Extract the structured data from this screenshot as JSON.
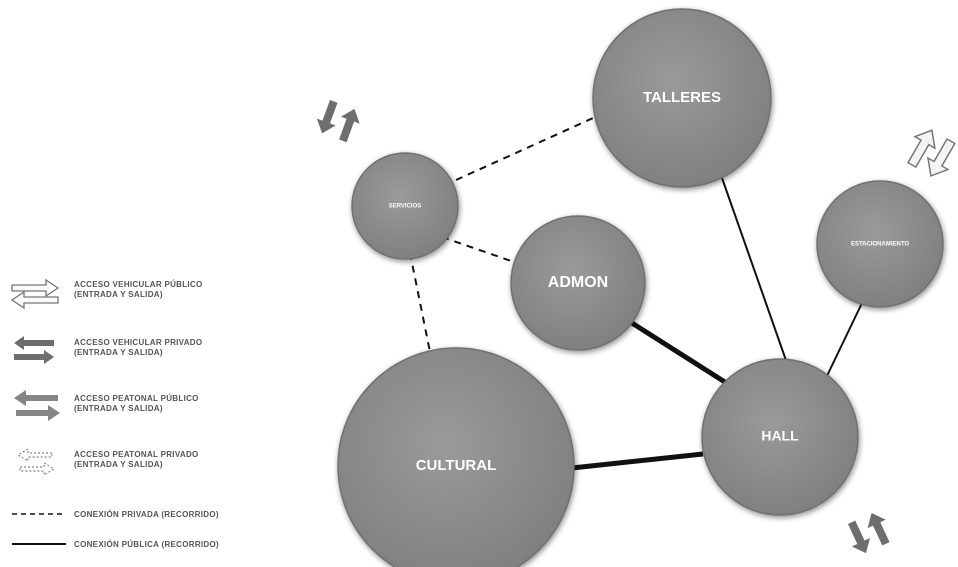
{
  "diagram": {
    "nodes": [
      {
        "id": "talleres",
        "label": "TALLERES"
      },
      {
        "id": "servicios",
        "label": "SERVICIOS"
      },
      {
        "id": "admon",
        "label": "ADMON"
      },
      {
        "id": "estacionamiento",
        "label": "ESTACIONAMIENTO"
      },
      {
        "id": "cultural",
        "label": "CULTURAL"
      },
      {
        "id": "hall",
        "label": "HALL"
      }
    ],
    "connections": [
      {
        "from": "servicios",
        "to": "talleres",
        "type": "private"
      },
      {
        "from": "servicios",
        "to": "admon",
        "type": "private"
      },
      {
        "from": "servicios",
        "to": "cultural",
        "type": "private"
      },
      {
        "from": "talleres",
        "to": "hall",
        "type": "public"
      },
      {
        "from": "estacionamiento",
        "to": "hall",
        "type": "public"
      },
      {
        "from": "admon",
        "to": "hall",
        "type": "public-main"
      },
      {
        "from": "cultural",
        "to": "hall",
        "type": "public-main"
      }
    ],
    "colors": {
      "node_fill": "#8c8c8c",
      "node_stroke": "#6f6f6f",
      "line": "#111111",
      "arrow_dark": "#6e6e6e"
    }
  },
  "legend": {
    "items": [
      {
        "line1": "ACCESO VEHICULAR PÚBLICO",
        "line2": "(ENTRADA Y SALIDA)",
        "symbol": "outline-double-arrow"
      },
      {
        "line1": "ACCESO VEHICULAR PRIVADO",
        "line2": "(ENTRADA Y SALIDA)",
        "symbol": "dark-double-arrow"
      },
      {
        "line1": "ACCESO PEATONAL PÚBLICO",
        "line2": "(ENTRADA Y SALIDA)",
        "symbol": "gray-double-arrow"
      },
      {
        "line1": "ACCESO PEATONAL PRIVADO",
        "line2": "(ENTRADA Y SALIDA)",
        "symbol": "dotted-double-arrow"
      },
      {
        "line1": "CONEXIÓN PRIVADA (RECORRIDO)",
        "line2": "",
        "symbol": "dashed-line"
      },
      {
        "line1": "CONEXIÓN PÚBLICA (RECORRIDO)",
        "line2": "",
        "symbol": "solid-line"
      }
    ]
  }
}
